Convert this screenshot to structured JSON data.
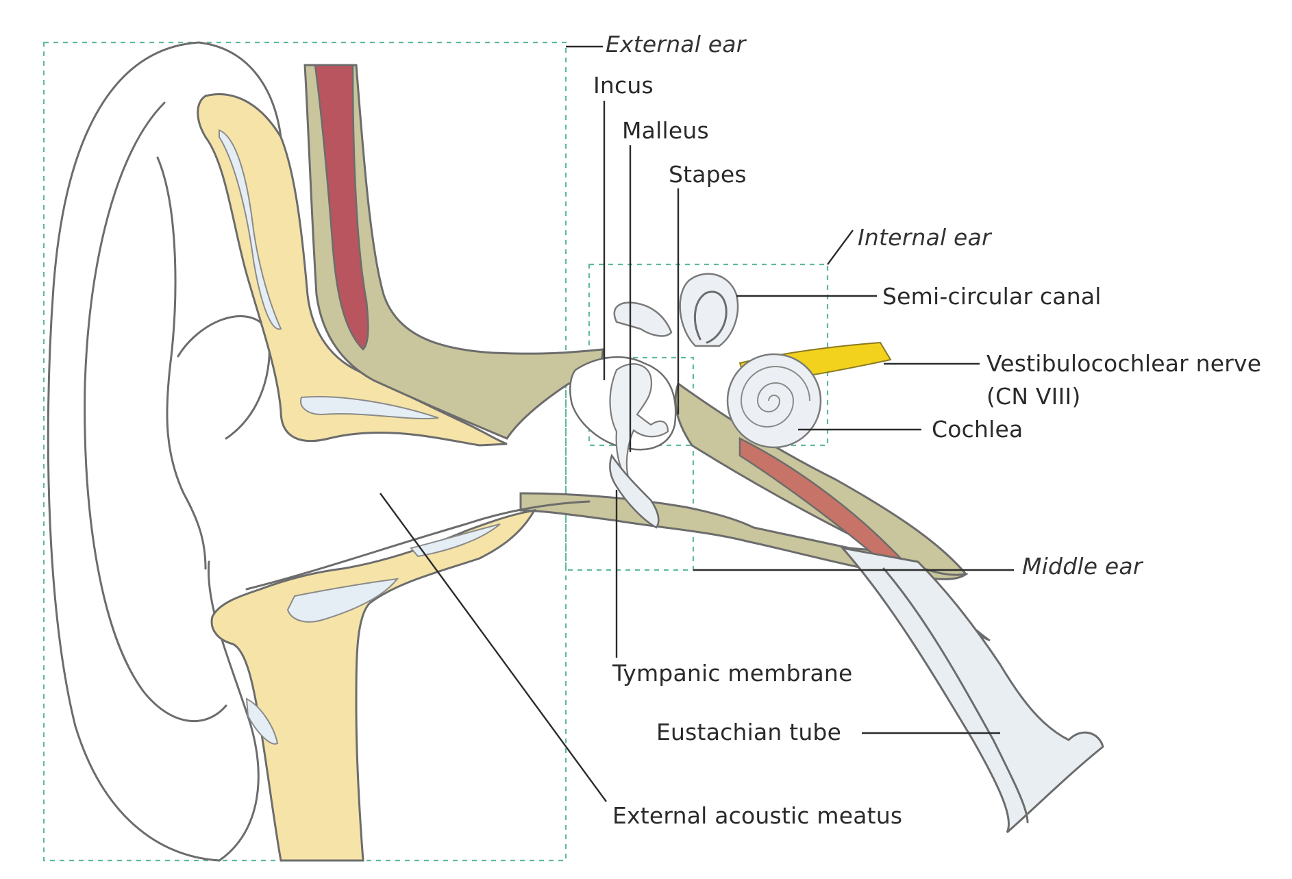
{
  "colors": {
    "background": "#ffffff",
    "cartilage": "#f5e3a8",
    "cartilage_highlight": "#e6eef5",
    "bone": "#c9c59c",
    "bone_dark": "#b3ad82",
    "vessel": "#b8555f",
    "muscle": "#c87367",
    "nerve": "#f2d21c",
    "labyrinth": "#ecf0f4",
    "outline": "#6c6c6c",
    "region_box": "#5fb9a0",
    "leader_line": "#2b2b2b",
    "label_text": "#2a2a2a"
  },
  "regions": {
    "external_ear": "External ear",
    "internal_ear": "Internal ear",
    "middle_ear": "Middle ear"
  },
  "labels": {
    "incus": "Incus",
    "malleus": "Malleus",
    "stapes": "Stapes",
    "semicircular_canal": "Semi-circular canal",
    "vestibulocochlear_nerve_line1": "Vestibulocochlear nerve",
    "vestibulocochlear_nerve_line2": "(CN VIII)",
    "cochlea": "Cochlea",
    "tympanic_membrane": "Tympanic membrane",
    "eustachian_tube": "Eustachian tube",
    "external_acoustic_meatus": "External acoustic meatus"
  }
}
